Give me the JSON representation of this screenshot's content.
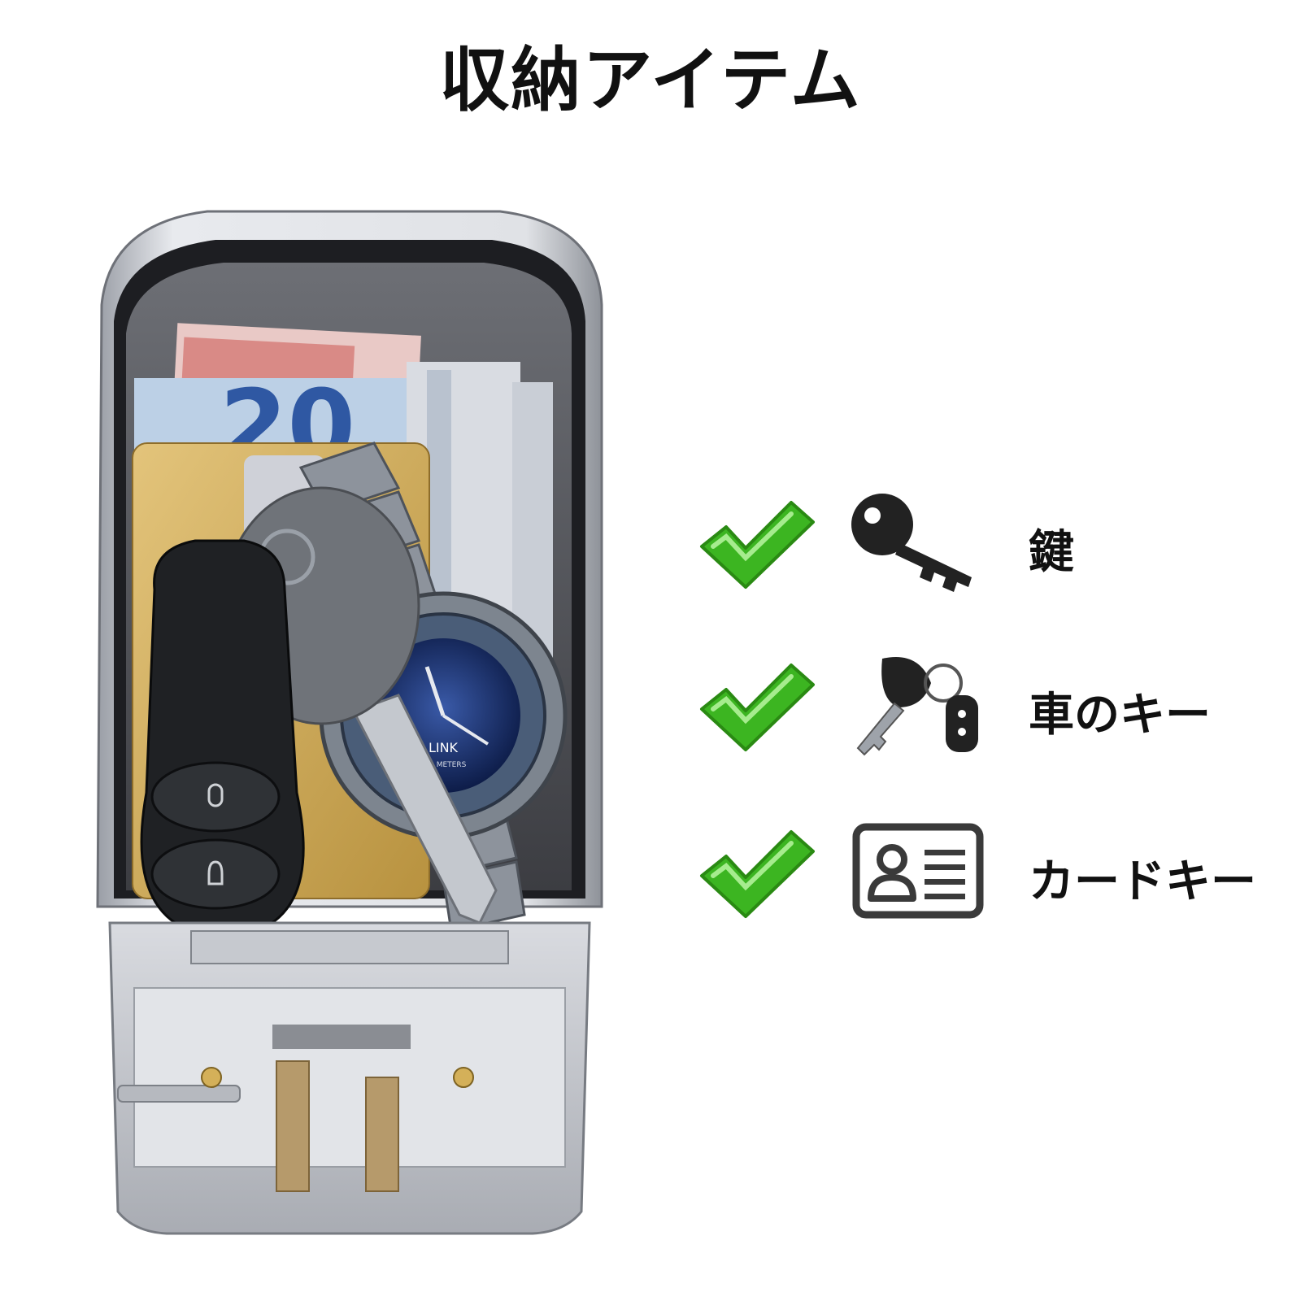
{
  "title": "収納アイテム",
  "items": [
    {
      "label": "鍵",
      "icon": "key-icon"
    },
    {
      "label": "車のキー",
      "icon": "car-key-icon"
    },
    {
      "label": "カードキー",
      "icon": "id-card-icon"
    }
  ],
  "colors": {
    "check_green": "#3cb521",
    "icon_dark": "#222222"
  },
  "photo_text": {
    "watch_brand": "LINK",
    "watch_sub": "200 METERS"
  }
}
